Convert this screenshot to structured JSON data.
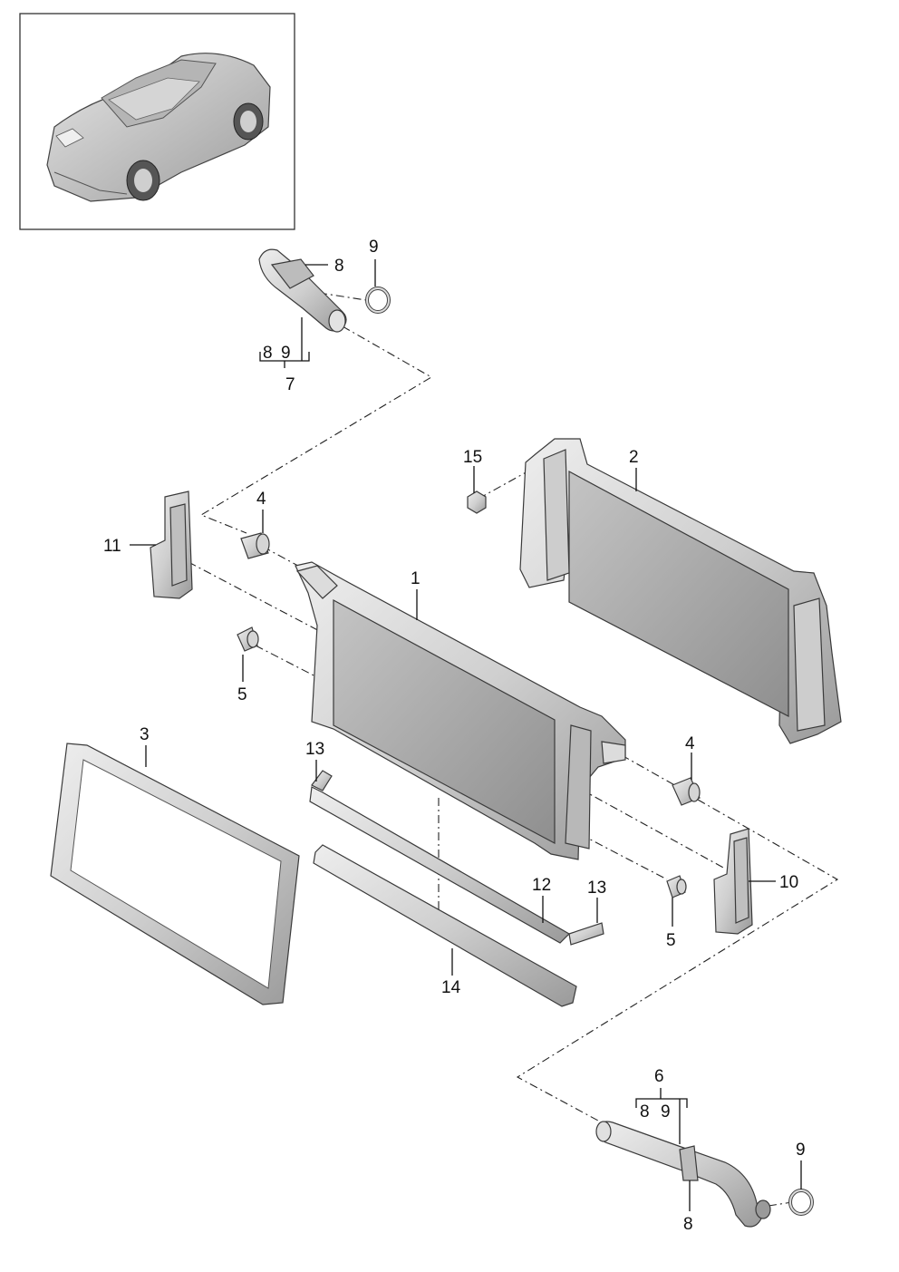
{
  "callouts": {
    "c1": "1",
    "c2": "2",
    "c3": "3",
    "c4a": "4",
    "c4b": "4",
    "c5a": "5",
    "c5b": "5",
    "c6": "6",
    "c6_sub_8": "8",
    "c6_sub_9": "9",
    "c7": "7",
    "c7_sub_8": "8",
    "c7_sub_9": "9",
    "c8a": "8",
    "c8b": "8",
    "c9a": "9",
    "c9b": "9",
    "c10": "10",
    "c11": "11",
    "c12": "12",
    "c13a": "13",
    "c13b": "13",
    "c14": "14",
    "c15": "15"
  },
  "colors": {
    "part_light": "#d8d8d8",
    "part_mid": "#bdbdbd",
    "part_dark": "#8e8e8e",
    "core": "#a9a9a9",
    "car_body": "#c9c9c9"
  },
  "icons": {
    "vehicle": "porsche-roadster-thumbnail"
  }
}
